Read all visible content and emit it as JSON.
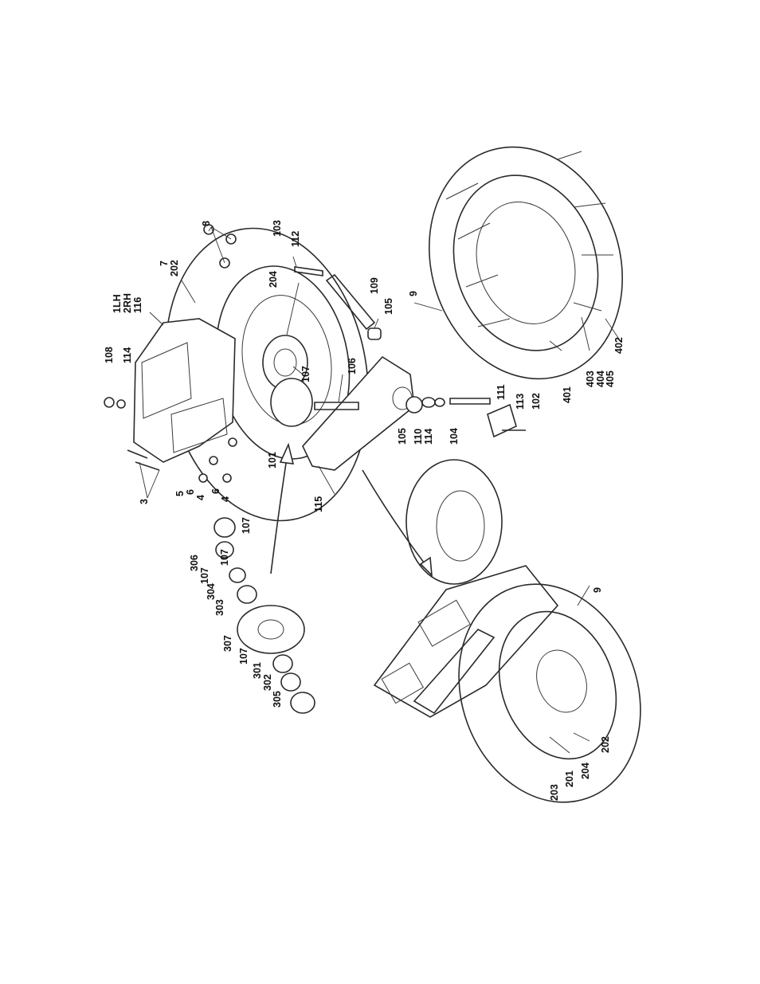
{
  "labels": {
    "l_1lh": "1LH",
    "l_2rh": "2RH",
    "l_116": "116",
    "l_108": "108",
    "l_114a": "114",
    "l_7": "7",
    "l_202a": "202",
    "l_8": "8",
    "l_103": "103",
    "l_112": "112",
    "l_204a": "204",
    "l_109": "109",
    "l_105a": "105",
    "l_106": "106",
    "l_107a": "107",
    "l_9a": "9",
    "l_3": "3",
    "l_5": "5",
    "l_6a": "6",
    "l_4a": "4",
    "l_6b": "6",
    "l_4b": "4",
    "l_101": "101",
    "l_115": "115",
    "l_105b": "105",
    "l_110": "110",
    "l_114b": "114",
    "l_104": "104",
    "l_111": "111",
    "l_113": "113",
    "l_102": "102",
    "l_401": "401",
    "l_403": "403",
    "l_404": "404",
    "l_405": "405",
    "l_402": "402",
    "l_306": "306",
    "l_107b": "107",
    "l_107c": "107",
    "l_107d": "107",
    "l_304": "304",
    "l_303": "303",
    "l_307": "307",
    "l_107e": "107",
    "l_301": "301",
    "l_302": "302",
    "l_305": "305",
    "l_9b": "9",
    "l_203": "203",
    "l_201": "201",
    "l_204b": "204",
    "l_202b": "202"
  }
}
